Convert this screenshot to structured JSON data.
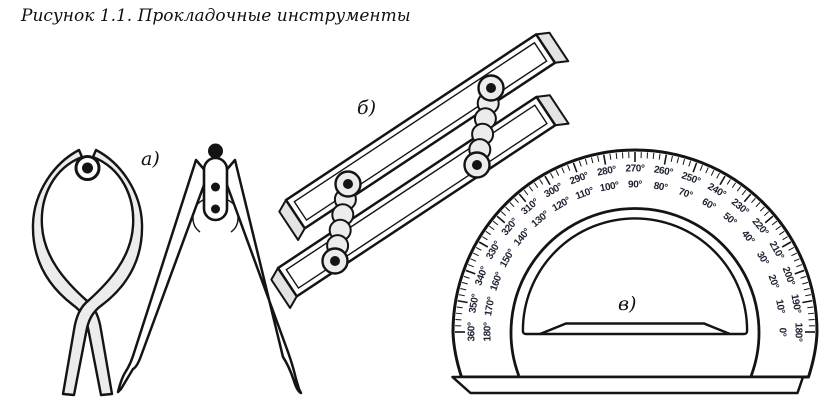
{
  "figure": {
    "title": "Рисунок 1.1. Прокладочные инструменты"
  },
  "parts": {
    "a": {
      "label": "а)",
      "items": [
        "spring-caliper",
        "divider-compass"
      ]
    },
    "b": {
      "label": "б)",
      "items": [
        "parallel-rulers"
      ]
    },
    "v": {
      "label": "в)",
      "items": [
        "protractor"
      ]
    }
  },
  "protractor": {
    "outer_scale_labels": [
      "360°",
      "350°",
      "340°",
      "330°",
      "320°",
      "310°",
      "300°",
      "290°",
      "280°",
      "270°",
      "260°",
      "250°",
      "240°",
      "230°",
      "220°",
      "210°",
      "200°",
      "190°",
      "180°"
    ],
    "inner_scale_labels": [
      "180°",
      "170°",
      "160°",
      "150°",
      "140°",
      "130°",
      "120°",
      "110°",
      "100°",
      "90°",
      "80°",
      "70°",
      "60°",
      "50°",
      "40°",
      "30°",
      "20°",
      "10°",
      "0°"
    ],
    "scale_span_deg": 180,
    "label_step_deg": 10,
    "tick_minor_step_deg": 2,
    "tick_major_step_deg": 10
  },
  "colors": {
    "ink": "#141414",
    "fill_light": "#ececec",
    "fill_cap": "#e3e3e3",
    "scale_text": "#1c2230",
    "background": "#ffffff"
  }
}
